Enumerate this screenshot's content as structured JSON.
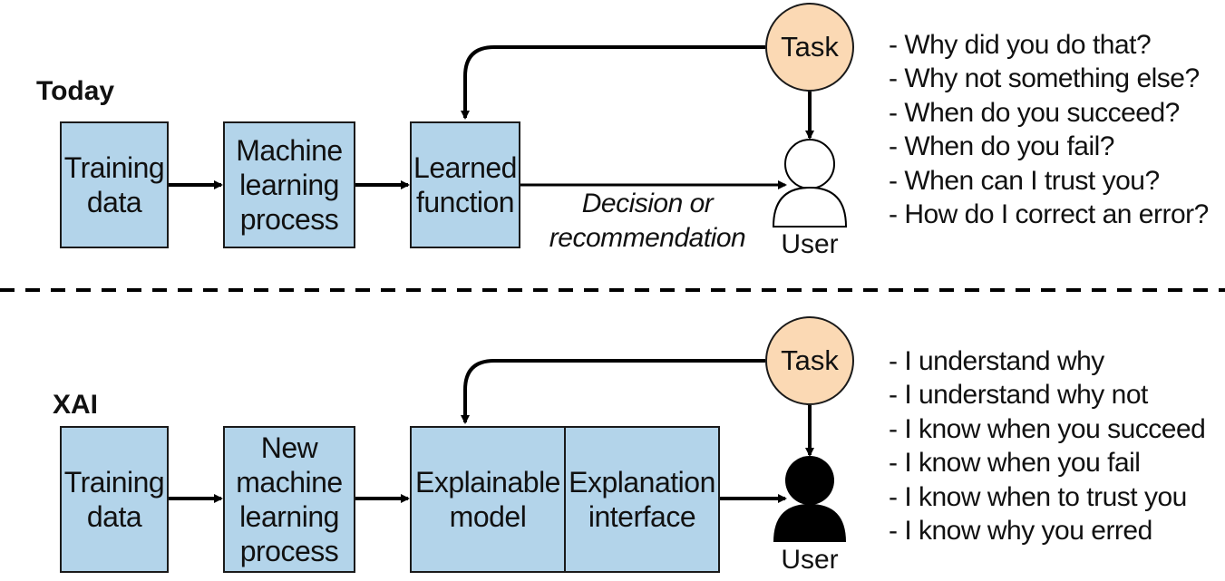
{
  "today": {
    "label": "Today",
    "boxes": {
      "training": "Training\ndata",
      "ml_process": "Machine\nlearning\nprocess",
      "learned_function": "Learned\nfunction"
    },
    "task": "Task",
    "edge_label": "Decision or\nrecommendation",
    "user": "User",
    "questions": [
      "- Why did you do that?",
      "- Why not something else?",
      "- When do you succeed?",
      "- When do you fail?",
      "- When can I trust you?",
      "- How do I correct an error?"
    ]
  },
  "xai": {
    "label": "XAI",
    "boxes": {
      "training": "Training\ndata",
      "new_ml_process": "New\nmachine\nlearning\nprocess",
      "explainable_model": "Explainable\nmodel",
      "explanation_interface": "Explanation\ninterface"
    },
    "task": "Task",
    "user": "User",
    "statements": [
      "- I understand why",
      "- I understand why not",
      "- I know when you succeed",
      "- I know when you fail",
      "- I know when to trust you",
      "- I know why you erred"
    ]
  },
  "colors": {
    "box_fill": "#b3d4ea",
    "task_fill": "#fbd9b4",
    "line": "#000000"
  }
}
